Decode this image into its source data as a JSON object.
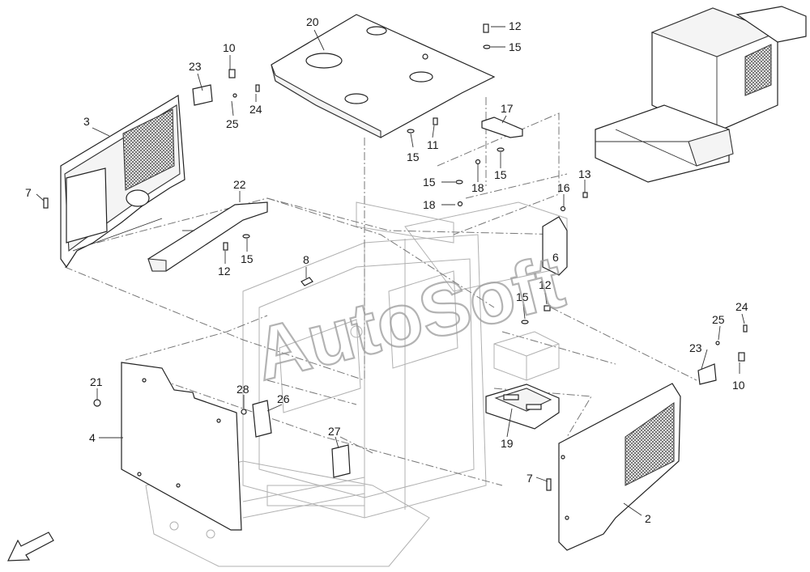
{
  "watermark": "AutoSoft",
  "callouts": [
    {
      "id": "c20",
      "text": "20"
    },
    {
      "id": "c12a",
      "text": "12"
    },
    {
      "id": "c15a",
      "text": "15"
    },
    {
      "id": "c10a",
      "text": "10"
    },
    {
      "id": "c23a",
      "text": "23"
    },
    {
      "id": "c24a",
      "text": "24"
    },
    {
      "id": "c25a",
      "text": "25"
    },
    {
      "id": "c3",
      "text": "3"
    },
    {
      "id": "c17",
      "text": "17"
    },
    {
      "id": "c15b",
      "text": "15"
    },
    {
      "id": "c11",
      "text": "11"
    },
    {
      "id": "c15c",
      "text": "15"
    },
    {
      "id": "c18a",
      "text": "18"
    },
    {
      "id": "c15d",
      "text": "15"
    },
    {
      "id": "c18b",
      "text": "18"
    },
    {
      "id": "c13",
      "text": "13"
    },
    {
      "id": "c7a",
      "text": "7"
    },
    {
      "id": "c22",
      "text": "22"
    },
    {
      "id": "c16",
      "text": "16"
    },
    {
      "id": "c12b",
      "text": "12"
    },
    {
      "id": "c15e",
      "text": "15"
    },
    {
      "id": "c6",
      "text": "6"
    },
    {
      "id": "c8",
      "text": "8"
    },
    {
      "id": "c15f",
      "text": "15"
    },
    {
      "id": "c12c",
      "text": "12"
    },
    {
      "id": "c24b",
      "text": "24"
    },
    {
      "id": "c25b",
      "text": "25"
    },
    {
      "id": "c23b",
      "text": "23"
    },
    {
      "id": "c10b",
      "text": "10"
    },
    {
      "id": "c21",
      "text": "21"
    },
    {
      "id": "c28",
      "text": "28"
    },
    {
      "id": "c26",
      "text": "26"
    },
    {
      "id": "c4",
      "text": "4"
    },
    {
      "id": "c27",
      "text": "27"
    },
    {
      "id": "c19",
      "text": "19"
    },
    {
      "id": "c7b",
      "text": "7"
    },
    {
      "id": "c2",
      "text": "2"
    }
  ]
}
